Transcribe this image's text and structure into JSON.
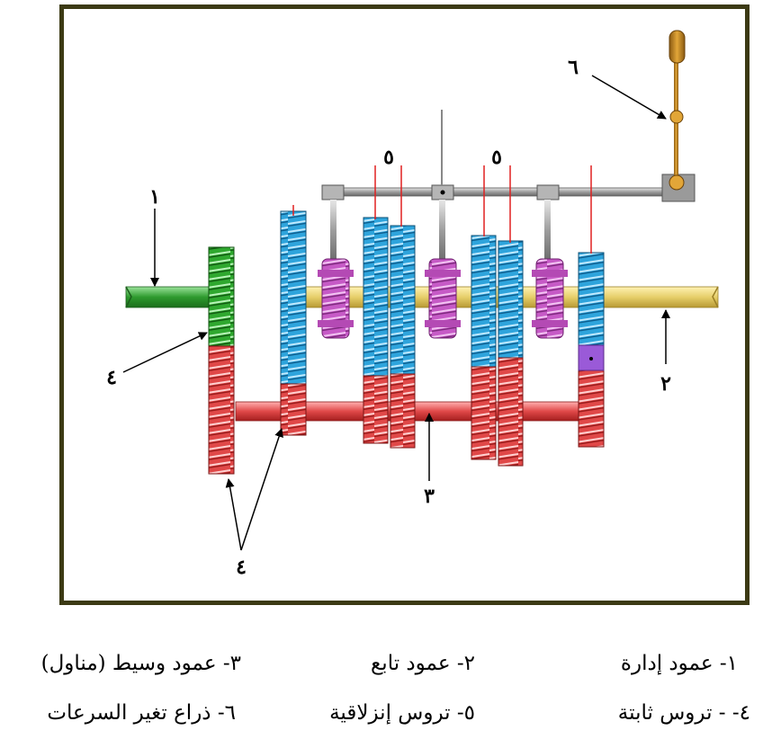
{
  "callouts": {
    "c1": "١",
    "c2": "٢",
    "c3": "٣",
    "c4a": "٤",
    "c4b": "٤",
    "c5a": "٥",
    "c5b": "٥",
    "c6": "٦"
  },
  "legend": {
    "row1": {
      "item1": "١- عمود إدارة",
      "item2": "٢- عمود تابع",
      "item3": "٣- عمود وسيط (مناول)"
    },
    "row2": {
      "item4": "٤- - تروس ثابتة",
      "item5": "٥- تروس إنزلاقية",
      "item6": "٦- ذراع تغير السرعات"
    }
  },
  "colors": {
    "frame": "#3c3a14",
    "drive_shaft": "#2e9a2e",
    "driven_shaft": "#e6cf6a",
    "counter_shaft": "#e04848",
    "sliding_gear": "#2ea4dc",
    "collar": "#c65ac6",
    "lever": "#c8922a"
  }
}
